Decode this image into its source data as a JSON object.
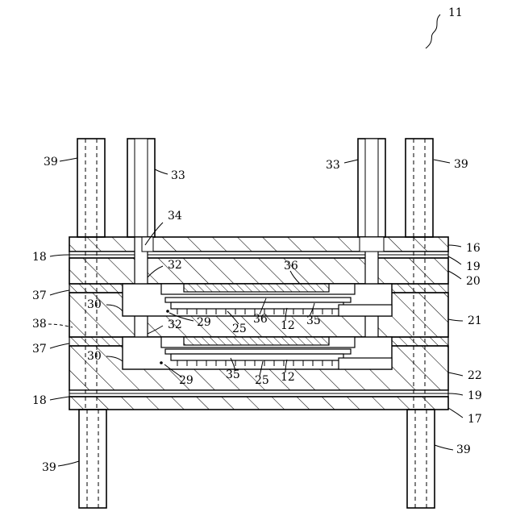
{
  "diagram": {
    "figure_ref": "11",
    "labels": {
      "l39_tl": "39",
      "l33_tl": "33",
      "l33_tr": "33",
      "l39_tr": "39",
      "l34": "34",
      "l16": "16",
      "l18_top": "18",
      "l19_top": "19",
      "l20": "20",
      "l32_a": "32",
      "l36_a": "36",
      "l37_a": "37",
      "l30_a": "30",
      "l38": "38",
      "l29_a": "29",
      "l25_a": "25",
      "l36_b": "36",
      "l12_a": "12",
      "l35_a": "35",
      "l21": "21",
      "l32_b": "32",
      "l37_b": "37",
      "l30_b": "30",
      "l35_b": "35",
      "l25_b": "25",
      "l12_b": "12",
      "l29_b": "29",
      "l22": "22",
      "l18_bot": "18",
      "l19_bot": "19",
      "l17": "17",
      "l39_bl": "39",
      "l39_br": "39"
    }
  }
}
